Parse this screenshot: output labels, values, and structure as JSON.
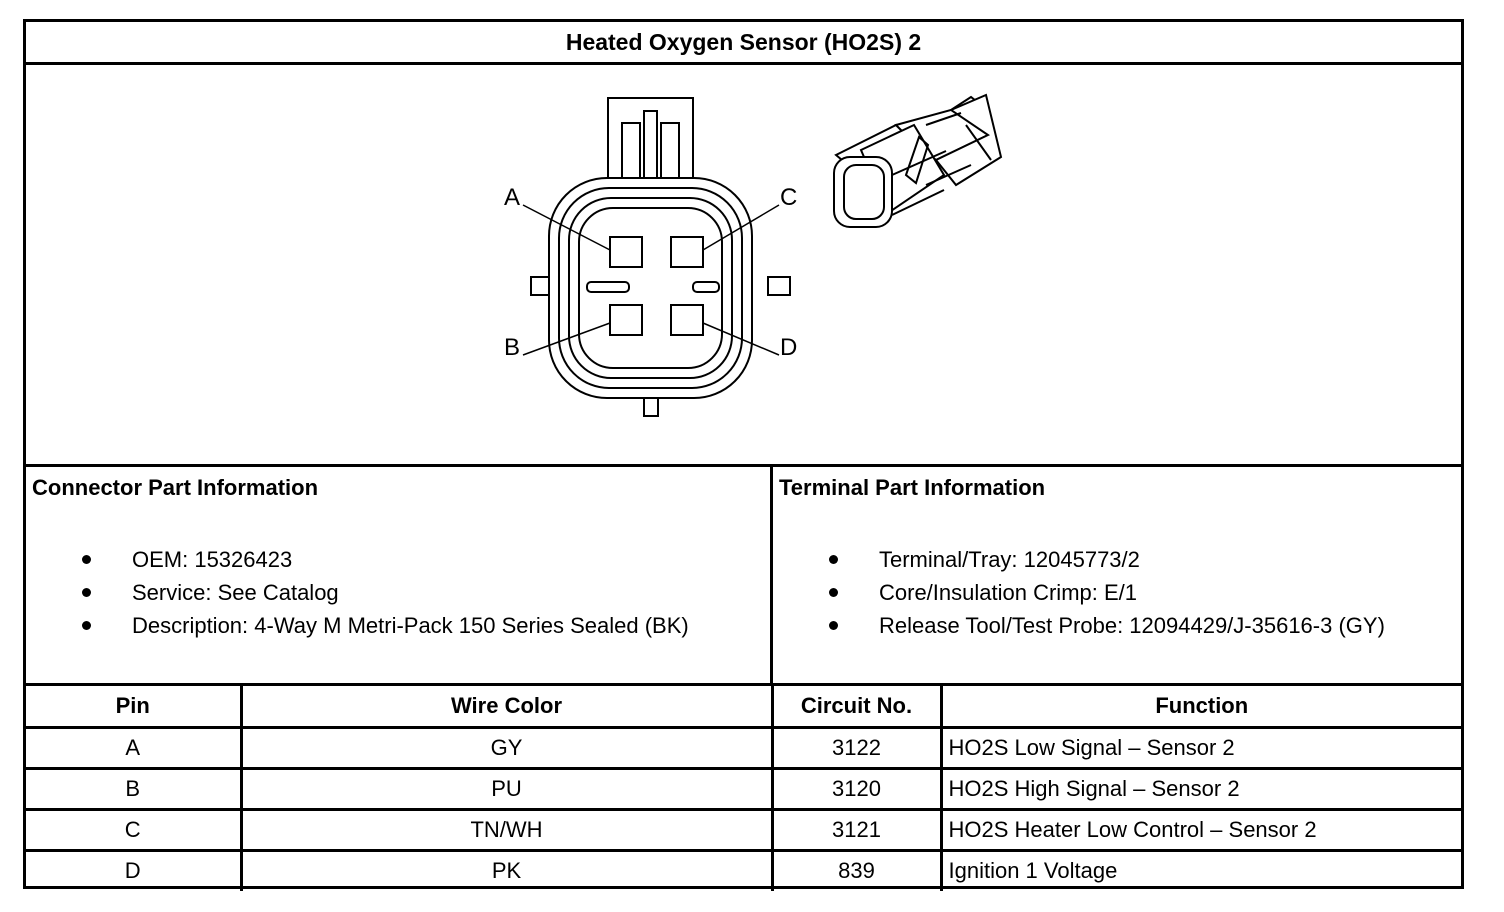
{
  "title": "Heated Oxygen Sensor (HO2S) 2",
  "diagram": {
    "pin_labels": [
      "A",
      "B",
      "C",
      "D"
    ]
  },
  "connector_info": {
    "heading": "Connector Part Information",
    "items": [
      "OEM: 15326423",
      "Service: See Catalog",
      "Description: 4-Way M Metri-Pack 150 Series Sealed (BK)"
    ]
  },
  "terminal_info": {
    "heading": "Terminal Part Information",
    "items": [
      "Terminal/Tray: 12045773/2",
      "Core/Insulation Crimp: E/1",
      "Release Tool/Test Probe: 12094429/J-35616-3 (GY)"
    ]
  },
  "pin_table": {
    "headers": [
      "Pin",
      "Wire Color",
      "Circuit No.",
      "Function"
    ],
    "rows": [
      [
        "A",
        "GY",
        "3122",
        "HO2S Low Signal – Sensor 2"
      ],
      [
        "B",
        "PU",
        "3120",
        "HO2S High Signal – Sensor 2"
      ],
      [
        "C",
        "TN/WH",
        "3121",
        "HO2S Heater Low Control – Sensor 2"
      ],
      [
        "D",
        "PK",
        "839",
        "Ignition 1 Voltage"
      ]
    ]
  }
}
